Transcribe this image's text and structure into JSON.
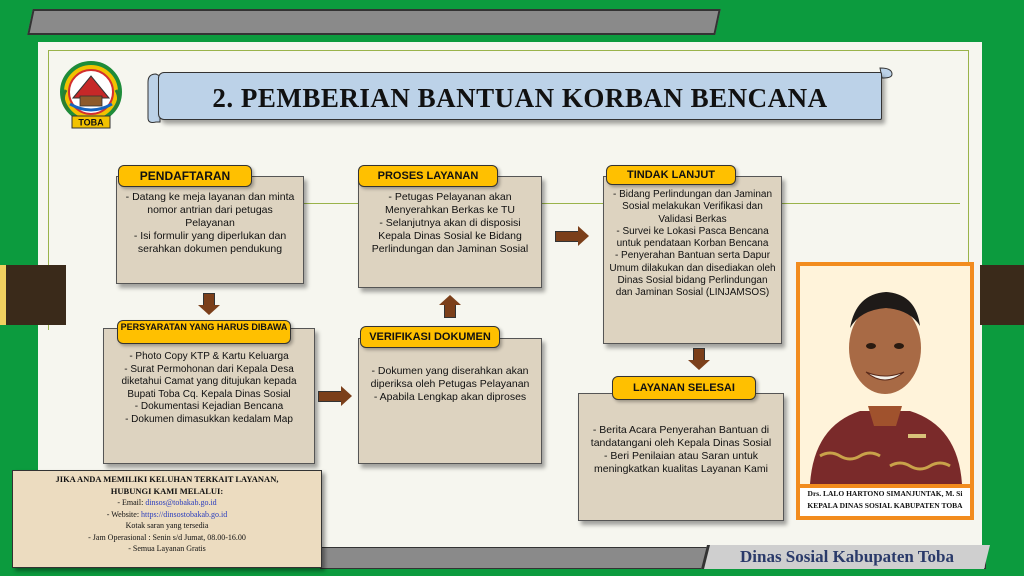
{
  "title": "2. PEMBERIAN BANTUAN KORBAN BENCANA",
  "logo": {
    "text": "TOBA"
  },
  "footer_brand": "Dinas Sosial Kabupaten Toba",
  "colors": {
    "background": "#0c9b3e",
    "header_fill": "#ffc000",
    "box_fill": "#ddd3c0",
    "arrow": "#7b3f1a",
    "title_fill": "#bcd2e8"
  },
  "boxes": {
    "pendaftaran": {
      "header": "PENDAFTARAN",
      "items": [
        "Datang ke meja layanan dan minta nomor antrian dari petugas Pelayanan",
        "Isi formulir yang diperlukan dan serahkan dokumen pendukung"
      ]
    },
    "persyaratan": {
      "header": "PERSYARATAN YANG HARUS DIBAWA",
      "items": [
        "Photo Copy KTP & Kartu Keluarga",
        "Surat Permohonan dari Kepala Desa diketahui Camat yang ditujukan kepada Bupati Toba Cq. Kepala Dinas Sosial",
        "Dokumentasi Kejadian Bencana",
        "Dokumen dimasukkan kedalam Map"
      ]
    },
    "proses": {
      "header": "PROSES LAYANAN",
      "items": [
        "Petugas Pelayanan akan Menyerahkan Berkas ke TU",
        "Selanjutnya akan di disposisi Kepala Dinas Sosial ke Bidang Perlindungan dan Jaminan Sosial"
      ]
    },
    "verifikasi": {
      "header": "VERIFIKASI DOKUMEN",
      "items": [
        "Dokumen yang diserahkan akan diperiksa oleh Petugas Pelayanan",
        "Apabila Lengkap akan diproses"
      ]
    },
    "tindak_lanjut": {
      "header": "TINDAK LANJUT",
      "items": [
        "Bidang Perlindungan dan Jaminan Sosial melakukan Verifikasi dan Validasi Berkas",
        "Survei ke Lokasi Pasca Bencana untuk pendataan Korban Bencana",
        "Penyerahan Bantuan serta Dapur Umum dilakukan dan disediakan oleh Dinas Sosial bidang Perlindungan dan Jaminan Sosial (LINJAMSOS)"
      ]
    },
    "selesai": {
      "header": "LAYANAN SELESAI",
      "items": [
        "Berita Acara Penyerahan Bantuan di tandatangani oleh Kepala Dinas Sosial",
        "Beri Penilaian atau Saran untuk meningkatkan kualitas Layanan Kami"
      ]
    }
  },
  "official": {
    "name": "Drs. LALO HARTONO SIMANJUNTAK, M. Si",
    "position": "KEPALA DINAS SOSIAL KABUPATEN TOBA"
  },
  "contact": {
    "heading1": "JIKA ANDA MEMILIKI KELUHAN TERKAIT LAYANAN,",
    "heading2": "HUBUNGI KAMI MELALUI:",
    "email_label": "Email:",
    "email": "dinsos@tobakab.go.id",
    "website_label": "Website:",
    "website": "https://dinsostobakab.go.id",
    "suggestion_box": "Kotak saran yang tersedia",
    "hours": "Jam Operasional : Senin s/d Jumat, 08.00-16.00",
    "free": "Semua Layanan Gratis"
  }
}
